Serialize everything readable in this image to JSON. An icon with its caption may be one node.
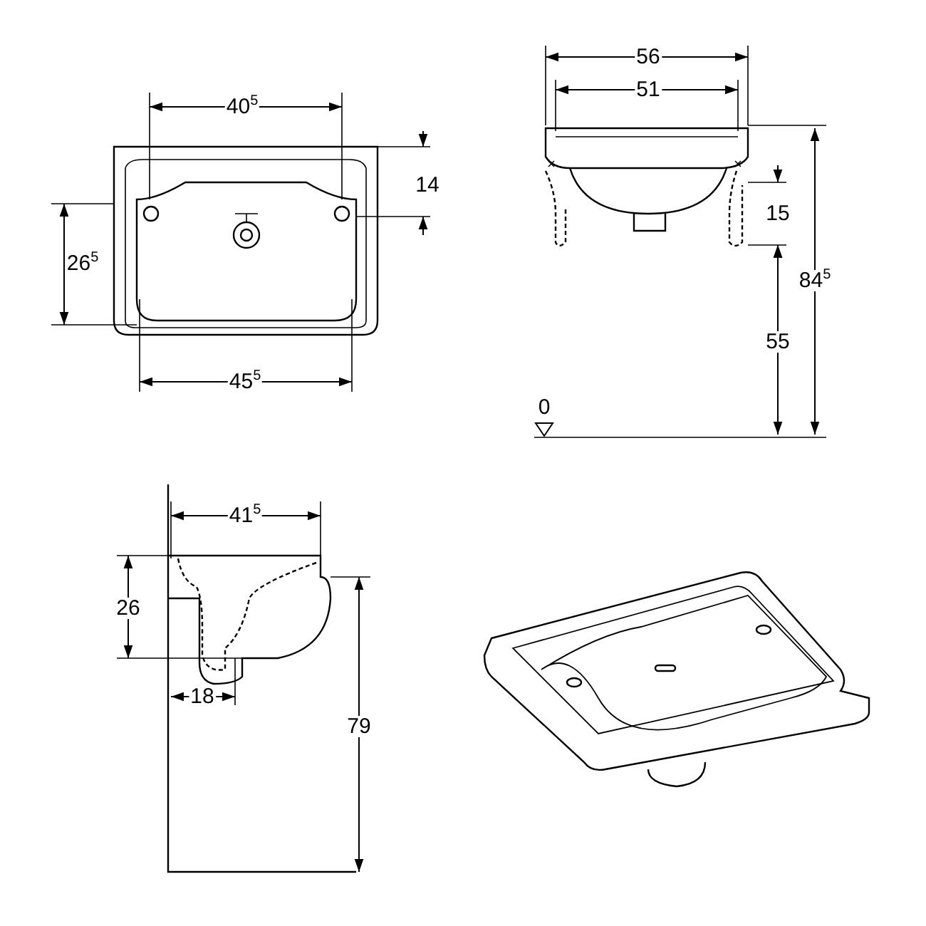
{
  "diagram": {
    "labels": [
      "40$^{5}$",
      "14",
      "26$^{5}$",
      "45$^{5}$",
      "56",
      "51",
      "15",
      "84$^{5}$",
      "55",
      "0",
      "41$^{5}$",
      "26",
      "18",
      "79"
    ]
  }
}
